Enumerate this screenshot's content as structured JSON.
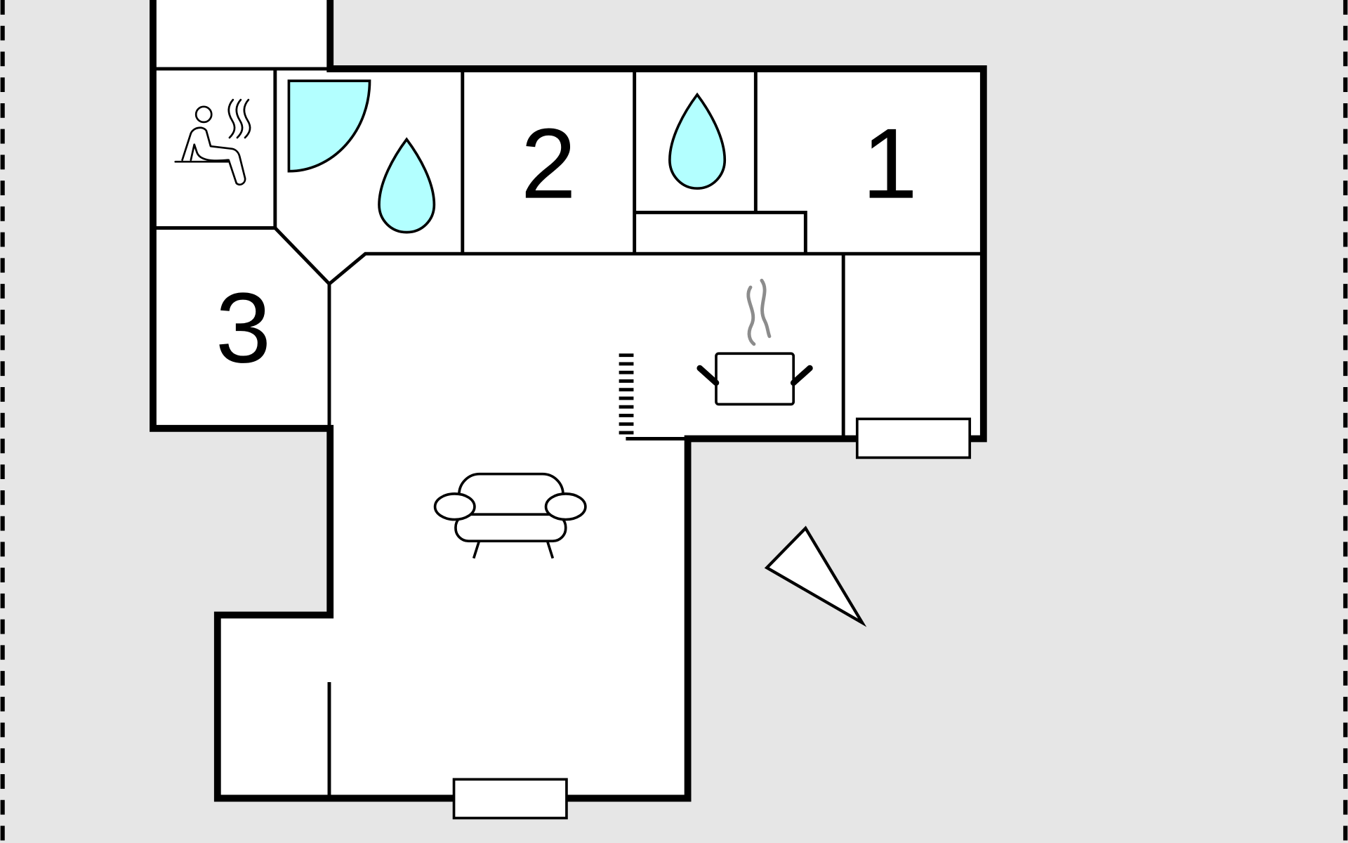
{
  "floorplan": {
    "rooms": [
      {
        "id": "bedroom-1",
        "label": "1"
      },
      {
        "id": "bedroom-2",
        "label": "2"
      },
      {
        "id": "bedroom-3",
        "label": "3"
      }
    ],
    "icons": [
      "sauna-icon",
      "shower-water-drop-icon",
      "toilet-water-drop-icon",
      "kitchen-pot-icon",
      "sofa-icon",
      "north-arrow-icon",
      "heater-stove-icon"
    ]
  },
  "colors": {
    "background": "#e6e6e6",
    "floor": "#ffffff",
    "wall": "#000000",
    "water": "#b3ffff",
    "steam": "#8c8c8c"
  }
}
